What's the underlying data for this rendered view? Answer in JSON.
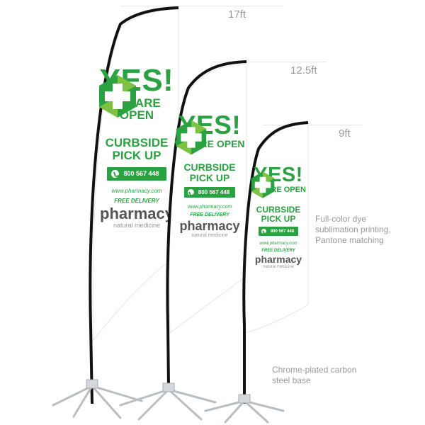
{
  "heights": [
    "17ft",
    "12.5ft",
    "9ft"
  ],
  "flag": {
    "headline": "YES!",
    "subhead": "WE ARE OPEN",
    "service_line1": "CURBSIDE",
    "service_line2": "PICK UP",
    "phone": "800 567 448",
    "url": "www.pharmacy.com",
    "delivery": "FREE DELIVERY",
    "brand": "pharmacy",
    "tagline": "natural medicine"
  },
  "captions": {
    "printing": "Full-color dye sublimation printing, Pantone matching",
    "base": "Chrome-plated carbon steel base"
  },
  "colors": {
    "brand_green": "#2aa241",
    "logo_light_green": "#7dc242",
    "pole": "#111111",
    "fabric": "#ffffff",
    "base_metal": "#b9bec3"
  },
  "icons": {
    "phone": "phone-icon",
    "logo": "medical-cross-hexagon-logo"
  }
}
